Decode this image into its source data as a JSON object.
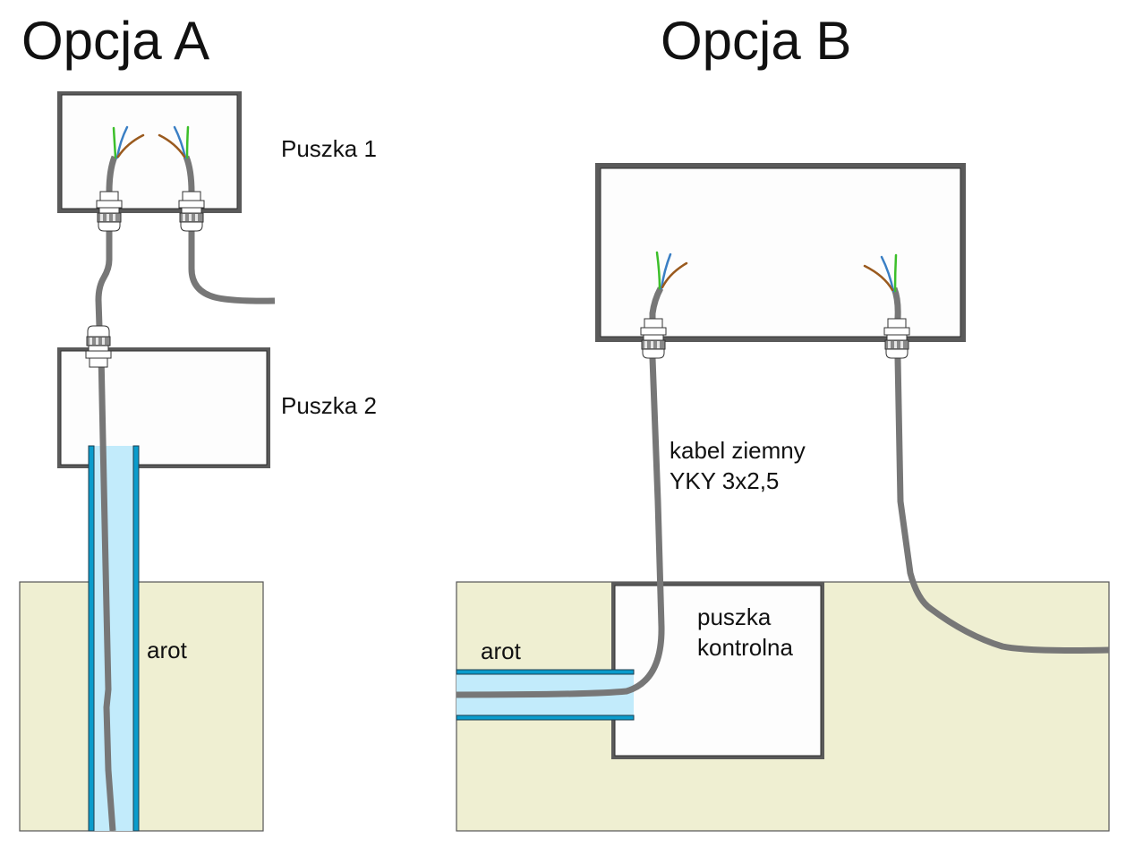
{
  "diagram": {
    "option_a": {
      "title": "Opcja A",
      "box1_label": "Puszka 1",
      "box2_label": "Puszka 2",
      "conduit_label": "arot"
    },
    "option_b": {
      "title": "Opcja B",
      "cable_label_line1": "kabel ziemny",
      "cable_label_line2": "YKY 3x2,5",
      "control_box_label_line1": "puszka",
      "control_box_label_line2": "kontrolna",
      "conduit_label": "arot"
    },
    "colors": {
      "cable": "#777777",
      "wire_green": "#3cbf2a",
      "wire_blue": "#3a7fc4",
      "wire_brown": "#9a5a1e",
      "conduit_fill": "#c2ebfb",
      "conduit_wall": "#0a9ccc",
      "ground": "#efefd2",
      "box_border": "#5a5a5a"
    },
    "icons": {
      "cable_gland": "cable-gland-icon",
      "wire_ends": "wire-ends-icon"
    }
  }
}
